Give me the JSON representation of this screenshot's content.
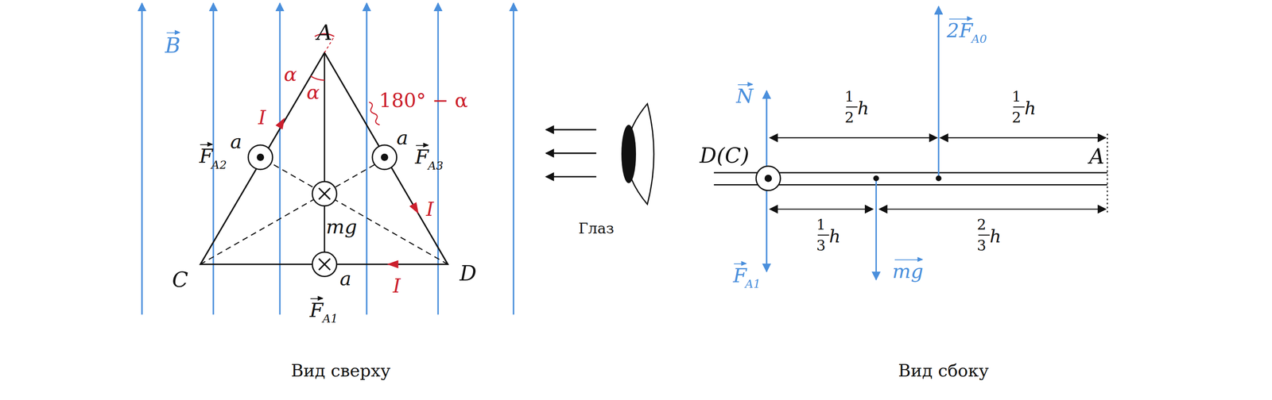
{
  "diagram": {
    "labels": [
      "B",
      "A",
      "α",
      "α",
      "180° − α",
      "I",
      "a",
      "F",
      "A2",
      "a",
      "F",
      "A3",
      "mg",
      "I",
      "C",
      "a",
      "I",
      "D",
      "F",
      "A1",
      "Вид сверху",
      "Глаз",
      "N",
      "2F",
      "A0",
      "1",
      "2",
      "h",
      "1",
      "2",
      "h",
      "D(C)",
      "A",
      "1",
      "3",
      "h",
      "2",
      "3",
      "h",
      "F",
      "A1",
      "mg",
      "Вид сбоку"
    ]
  }
}
